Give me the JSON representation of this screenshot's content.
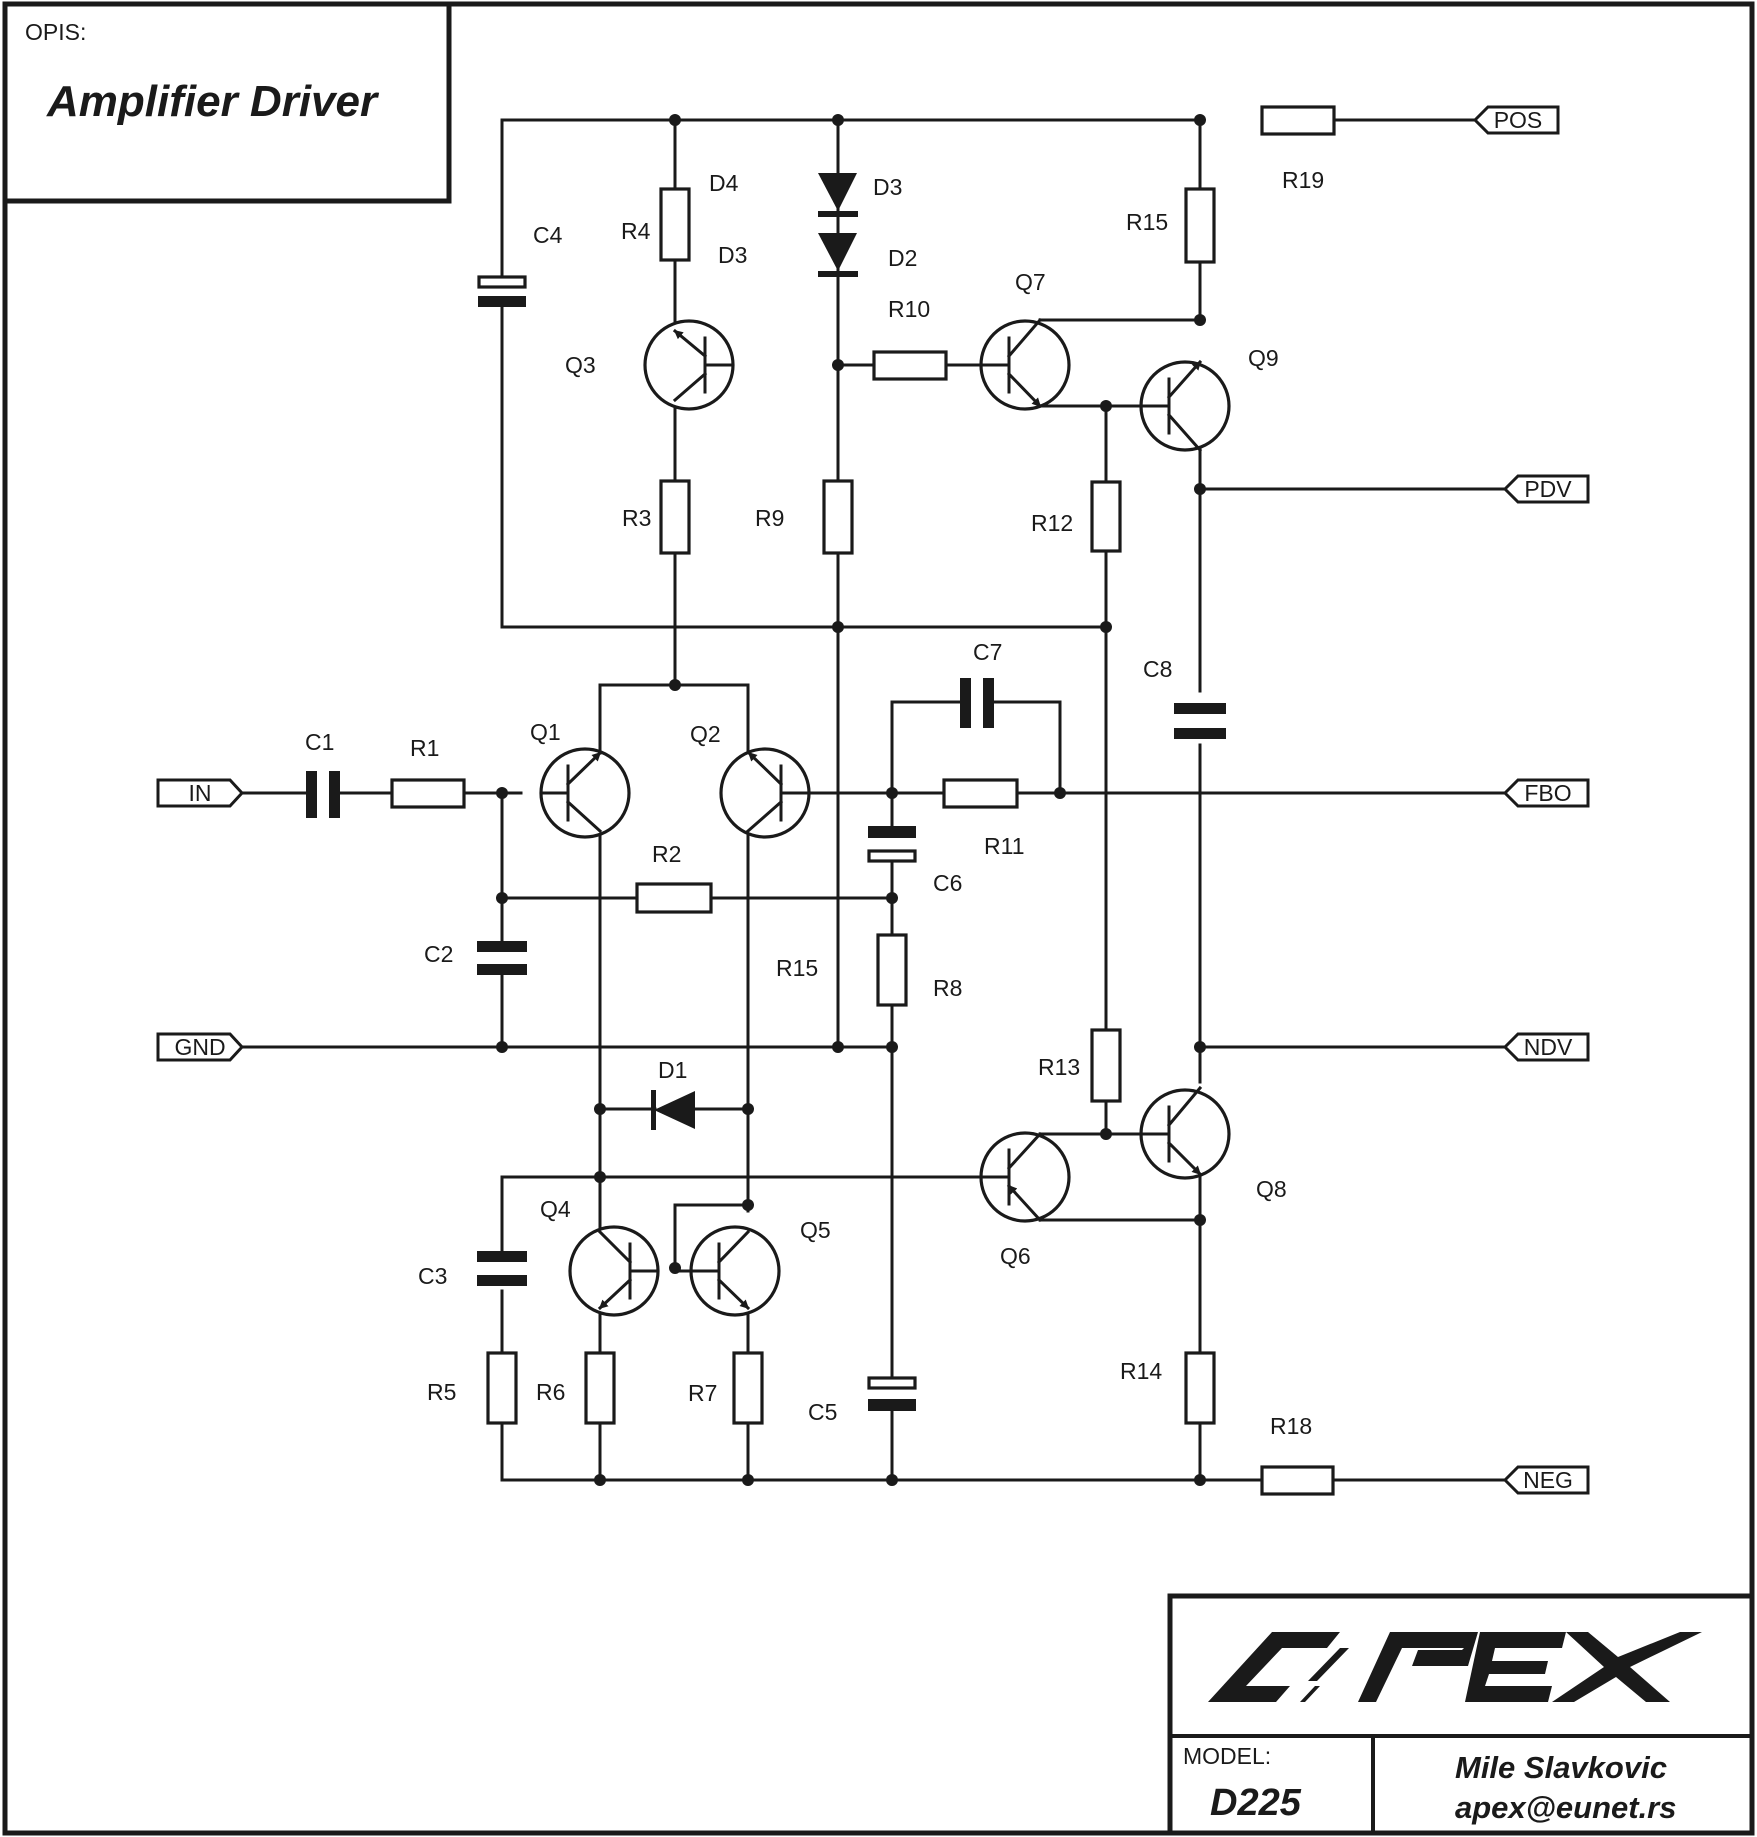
{
  "title_block": {
    "opis_label": "OPIS:",
    "title": "Amplifier Driver"
  },
  "footer": {
    "logo_text": "APEX",
    "model_label": "MODEL:",
    "model_value": "D225",
    "author": "Mile Slavkovic",
    "email": "apex@eunet.rs"
  },
  "ports": {
    "in": "IN",
    "gnd": "GND",
    "pos": "POS",
    "pdv": "PDV",
    "fbo": "FBO",
    "ndv": "NDV",
    "neg": "NEG"
  },
  "labels": {
    "c1": "C1",
    "c2": "C2",
    "c3": "C3",
    "c4": "C4",
    "c5": "C5",
    "c6": "C6",
    "c7": "C7",
    "c8": "C8",
    "r1": "R1",
    "r2": "R2",
    "r3": "R3",
    "r4": "R4",
    "r5": "R5",
    "r6": "R6",
    "r7": "R7",
    "r8": "R8",
    "r9": "R9",
    "r10": "R10",
    "r11": "R11",
    "r12": "R12",
    "r13": "R13",
    "r14": "R14",
    "r15a": "R15",
    "r15b": "R15",
    "r18": "R18",
    "r19": "R19",
    "d1": "D1",
    "d2": "D2",
    "d3a": "D3",
    "d3b": "D3",
    "d4": "D4",
    "q1": "Q1",
    "q2": "Q2",
    "q3": "Q3",
    "q4": "Q4",
    "q5": "Q5",
    "q6": "Q6",
    "q7": "Q7",
    "q8": "Q8",
    "q9": "Q9"
  }
}
